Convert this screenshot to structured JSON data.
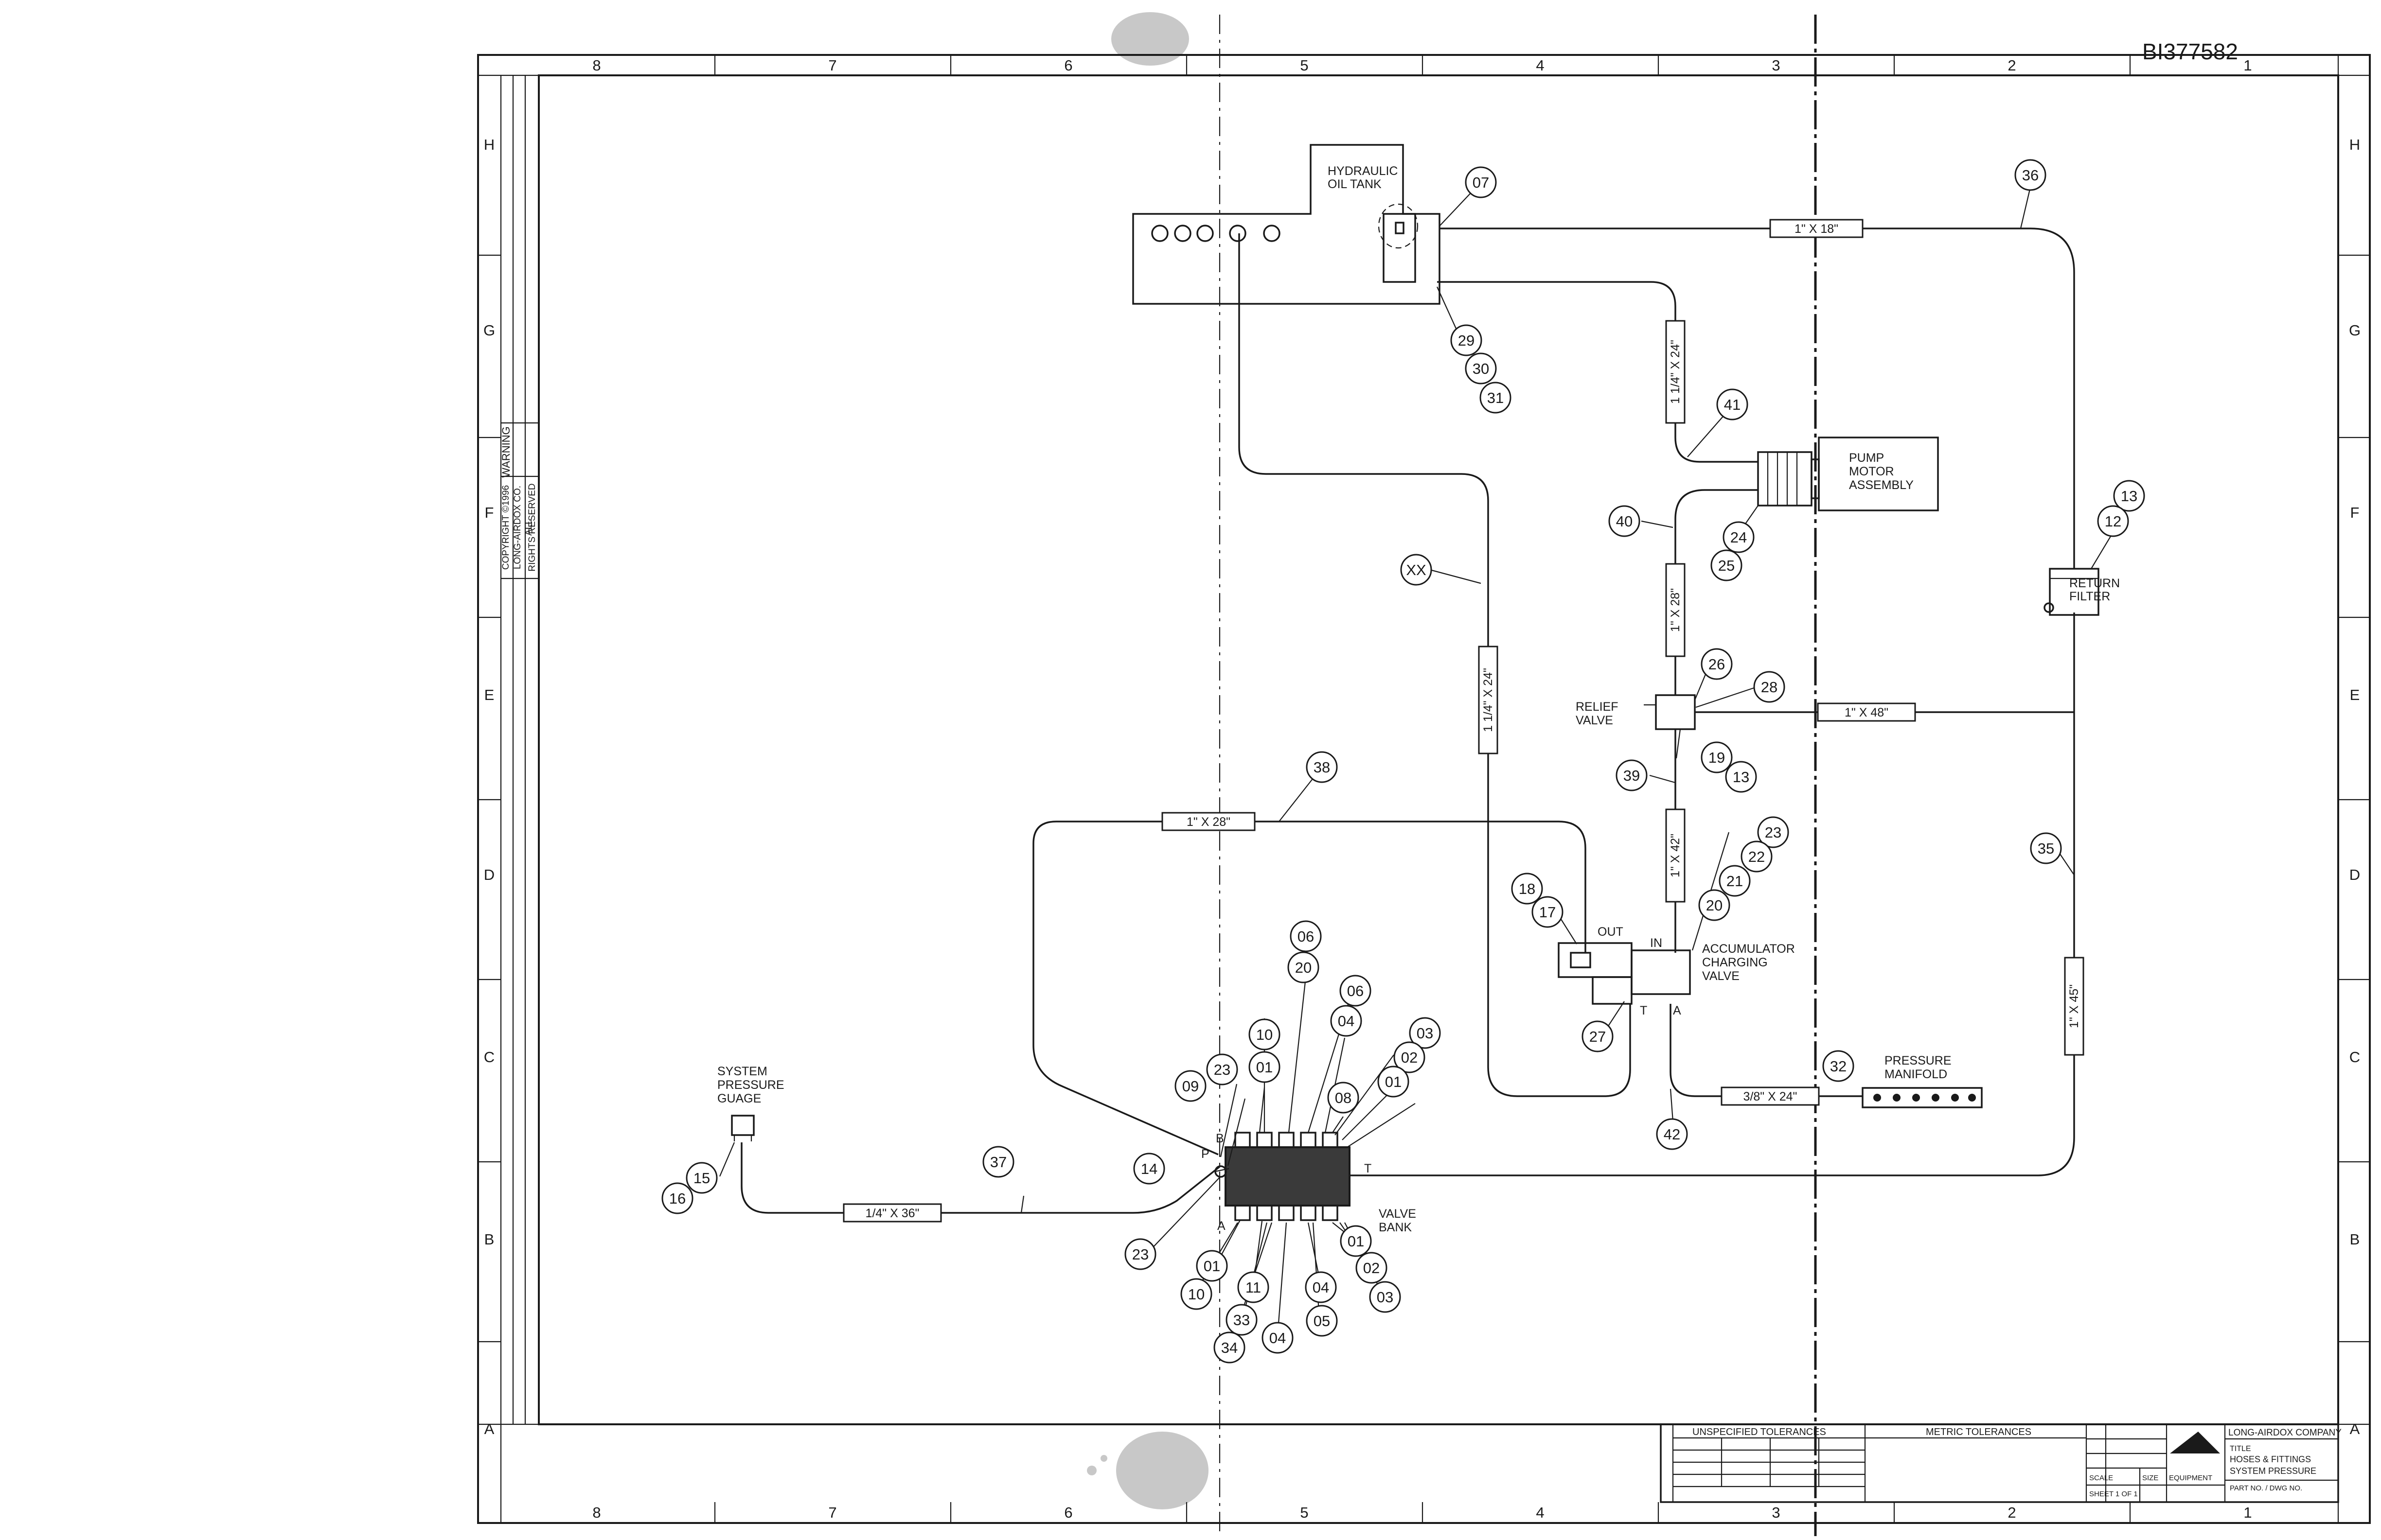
{
  "drawing_number": "BI377582",
  "zone_columns": [
    "8",
    "7",
    "6",
    "5",
    "4",
    "3",
    "2",
    "1"
  ],
  "zone_rows": [
    "H",
    "G",
    "F",
    "E",
    "D",
    "C",
    "B",
    "A"
  ],
  "labels": {
    "hydraulic_tank": [
      "HYDRAULIC",
      "OIL TANK"
    ],
    "pump_motor": [
      "PUMP",
      "MOTOR",
      "ASSEMBLY"
    ],
    "return_filter": [
      "RETURN",
      "FILTER"
    ],
    "relief_valve": [
      "RELIEF",
      "VALVE"
    ],
    "accumulator_valve": [
      "ACCUMULATOR",
      "CHARGING",
      "VALVE"
    ],
    "pressure_manifold": [
      "PRESSURE",
      "MANIFOLD"
    ],
    "system_pressure_gauge": [
      "SYSTEM",
      "PRESSURE",
      "GUAGE"
    ],
    "valve_bank": [
      "VALVE",
      "BANK"
    ],
    "port_out": "OUT",
    "port_in": "IN",
    "port_t_acc": "T",
    "port_a_acc": "A",
    "port_p": "P",
    "port_b": "B",
    "port_a_bank": "A",
    "port_t_bank": "T"
  },
  "hoses": {
    "h36": "1\" X 18\"",
    "h41": "1 1/4\" X 24\"",
    "h40": "1\" X 28\"",
    "h_relief": "1\" X 48\"",
    "h39": "1\" X 42\"",
    "hxx": "1 1/4\" X 24\"",
    "h38": "1\" X 28\"",
    "h35": "1\" X 45\"",
    "h42": "3/8\" X 24\"",
    "h37": "1/4\" X 36\""
  },
  "callouts": {
    "c07": "07",
    "c36": "36",
    "c29": "29",
    "c30": "30",
    "c31": "31",
    "c41": "41",
    "c13r": "13",
    "c12": "12",
    "c40": "40",
    "c24": "24",
    "c25": "25",
    "cxx": "XX",
    "c26": "26",
    "c28": "28",
    "c19": "19",
    "c13b": "13",
    "c39": "39",
    "c38": "38",
    "c35": "35",
    "c23a": "23",
    "c22": "22",
    "c21": "21",
    "c20a": "20",
    "c18": "18",
    "c17": "17",
    "c06a": "06",
    "c20b": "20",
    "c06b": "06",
    "c04a": "04",
    "c03a": "03",
    "c02a": "02",
    "c01a": "01",
    "c10a": "10",
    "c01b": "01",
    "c08": "08",
    "c09": "09",
    "c23b": "23",
    "c27": "27",
    "c32": "32",
    "c42": "42",
    "c14": "14",
    "c37": "37",
    "c15": "15",
    "c16": "16",
    "c23c": "23",
    "c01c": "01",
    "c10b": "10",
    "c11": "11",
    "c33": "33",
    "c34": "34",
    "c04b": "04",
    "c04c": "04",
    "c05": "05",
    "c01d": "01",
    "c02b": "02",
    "c03b": "03"
  },
  "title_block": {
    "company": "LONG-AIRDOX COMPANY",
    "title": [
      "TITLE",
      "HOSES & FITTINGS",
      "SYSTEM PRESSURE"
    ],
    "tolerances_heading": "UNSPECIFIED TOLERANCES",
    "metric_heading": "METRIC  TOLERANCES",
    "sheet": "SHEET 1 OF 1",
    "scale": "SCALE",
    "size": "SIZE",
    "equipment": "EQUIPMENT",
    "part_no": "PART NO. / DWG NO."
  },
  "side_notes": {
    "warning": "WARNING",
    "copyright": [
      "COPYRIGHT ©1996",
      "LONG-AIRDOX CO.",
      "ALL",
      "RIGHTS RESERVED"
    ]
  },
  "colors": {
    "ink": "#1a1a1a",
    "paper": "#ffffff",
    "smudge": "#9a9a9a"
  }
}
